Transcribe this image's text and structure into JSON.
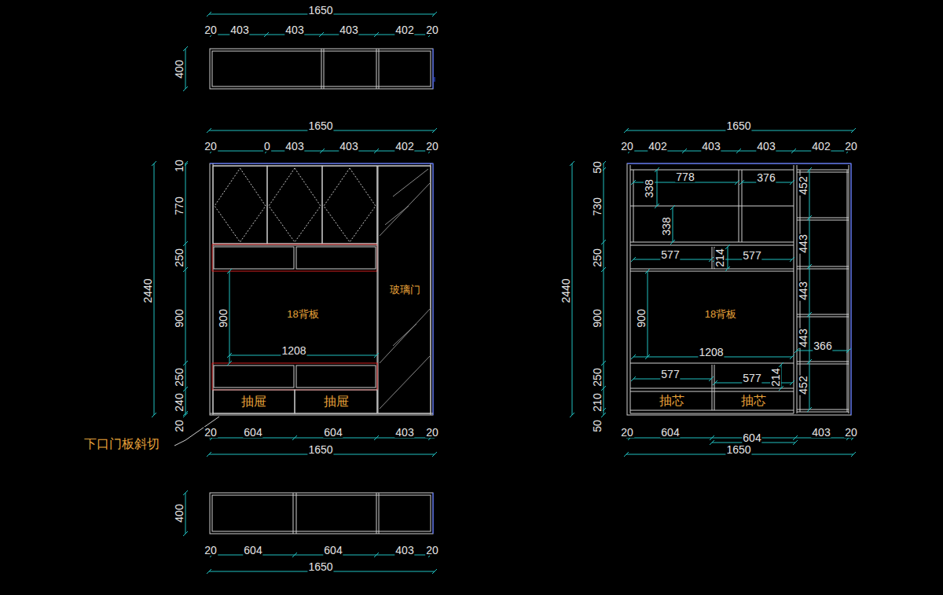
{
  "diagram": {
    "nodes": [
      {
        "text": [
          "18背板"
        ]
      },
      {
        "text": [
          "玻璃门"
        ]
      },
      {
        "text": [
          "抽屉"
        ]
      },
      {
        "text": [
          "抽屉"
        ]
      },
      {
        "text": [
          "18背板"
        ]
      },
      {
        "text": [
          "抽芯"
        ]
      },
      {
        "text": [
          "抽芯"
        ]
      }
    ],
    "labels": [
      "1650",
      "20",
      "403",
      "403",
      "403",
      "402",
      "20",
      "400",
      "1650",
      "20",
      "0",
      "403",
      "403",
      "402",
      "20",
      "1650",
      "20",
      "402",
      "403",
      "403",
      "402",
      "20",
      "10",
      "50",
      "778",
      "376",
      "338",
      "452",
      "770",
      "730",
      "338",
      "443",
      "577",
      "214",
      "577",
      "250",
      "250",
      "2440",
      "2440",
      "443",
      "900",
      "900",
      "900",
      "900",
      "443",
      "366",
      "1208",
      "1208",
      "577",
      "577",
      "214",
      "250",
      "250",
      "452",
      "240",
      "210",
      "20",
      "50",
      "20",
      "604",
      "604",
      "403",
      "20",
      "20",
      "604",
      "604",
      "403",
      "20",
      "下口门板斜切",
      "1650",
      "1650",
      "400",
      "20",
      "604",
      "604",
      "403",
      "20",
      "1650"
    ]
  }
}
